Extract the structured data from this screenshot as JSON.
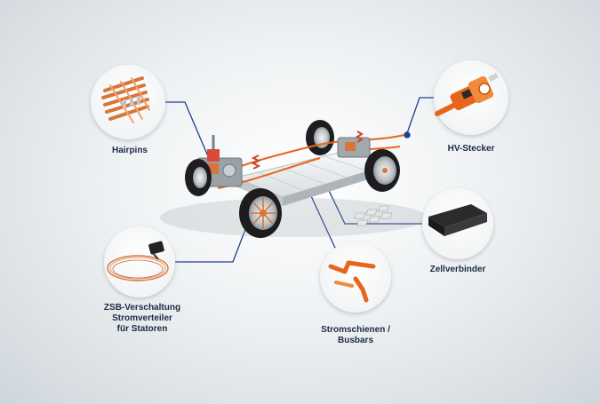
{
  "colors": {
    "leader_line": "#1f3f8f",
    "copper": "#d7753a",
    "copper_light": "#f0a06a",
    "connector_orange": "#e8651c",
    "tire": "#1d1d1f",
    "rim": "#cfd3d6",
    "battery": "#e8ecef",
    "label_text": "#1b2a44"
  },
  "components": [
    {
      "id": "hairpins",
      "icon": "hairpin-coil-icon",
      "lines": [
        "Hairpins"
      ]
    },
    {
      "id": "hv-stecker",
      "icon": "hv-connector-icon",
      "lines": [
        "HV-Stecker"
      ]
    },
    {
      "id": "zellverbinder",
      "icon": "cell-connector-icon",
      "lines": [
        "Zellverbinder"
      ]
    },
    {
      "id": "stromschienen",
      "icon": "busbar-icon",
      "lines": [
        "Stromschienen /",
        "Busbars"
      ]
    },
    {
      "id": "zsb-verschaltung",
      "icon": "copper-wire-icon",
      "lines": [
        "ZSB-Verschaltung",
        "Stromverteiler",
        "für Statoren"
      ]
    }
  ]
}
